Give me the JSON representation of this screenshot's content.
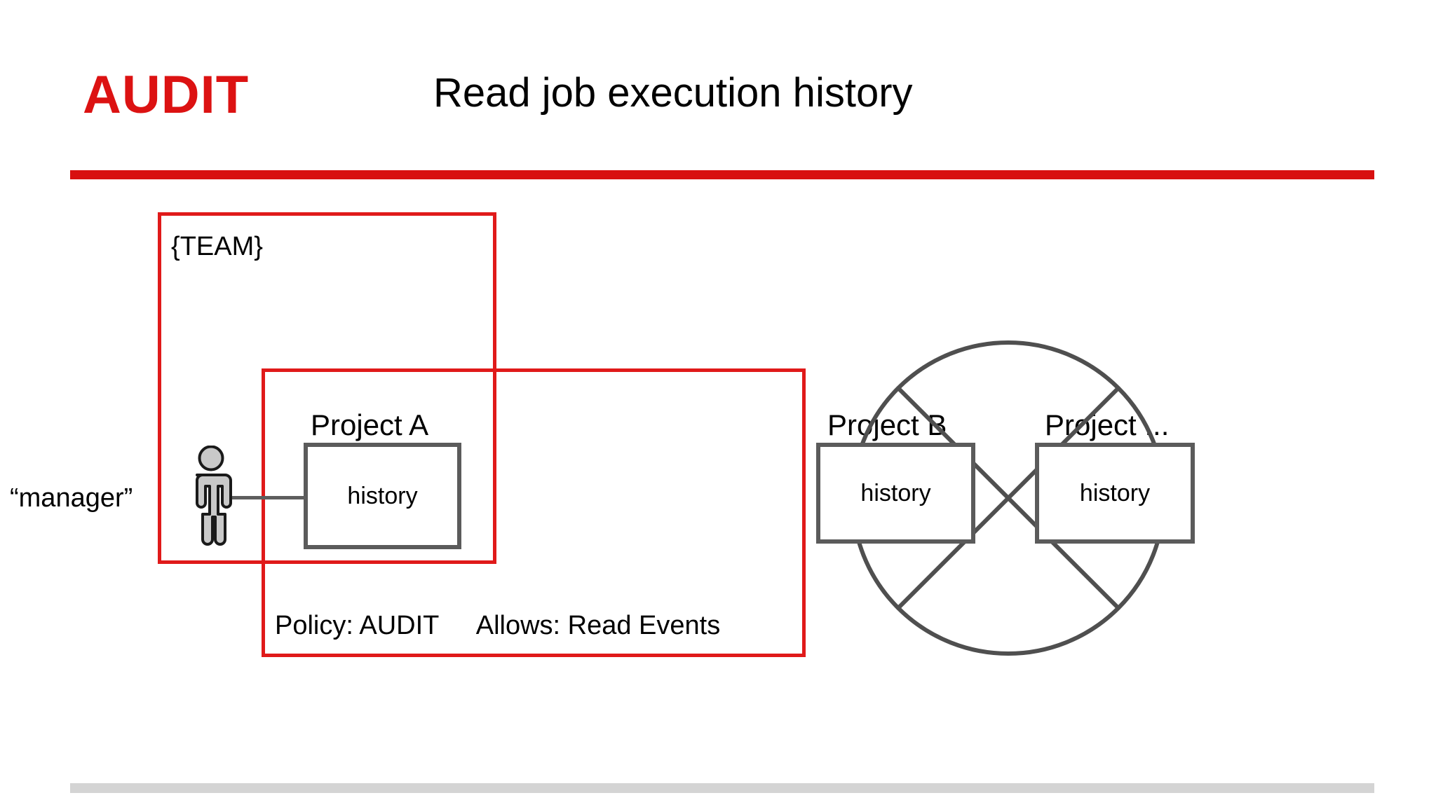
{
  "slide": {
    "title_accent": "AUDIT",
    "subtitle": "Read job execution history",
    "accent_color": "#DC1212",
    "rule_color": "#D81010",
    "footer_color": "#D4D4D4",
    "outline_color": "#5B5B5B",
    "background": "#FFFFFF"
  },
  "team": {
    "label": "{TEAM}",
    "border_color": "#E01A1A"
  },
  "actor": {
    "label": "“manager”",
    "icon": "person-icon",
    "fill": "#C9C9C9",
    "stroke": "#1A1A1A"
  },
  "policy": {
    "policy_label": "Policy: AUDIT",
    "allows_label": "Allows: Read Events",
    "border_color": "#E01A1A"
  },
  "projects": [
    {
      "caption": "Project A",
      "resource": "history",
      "allowed": true
    },
    {
      "caption": "Project B",
      "resource": "history",
      "allowed": false
    },
    {
      "caption": "Project ...",
      "resource": "history",
      "allowed": false
    }
  ],
  "prohibition": {
    "icon": "no-access-icon",
    "stroke": "#4F4F4F"
  }
}
